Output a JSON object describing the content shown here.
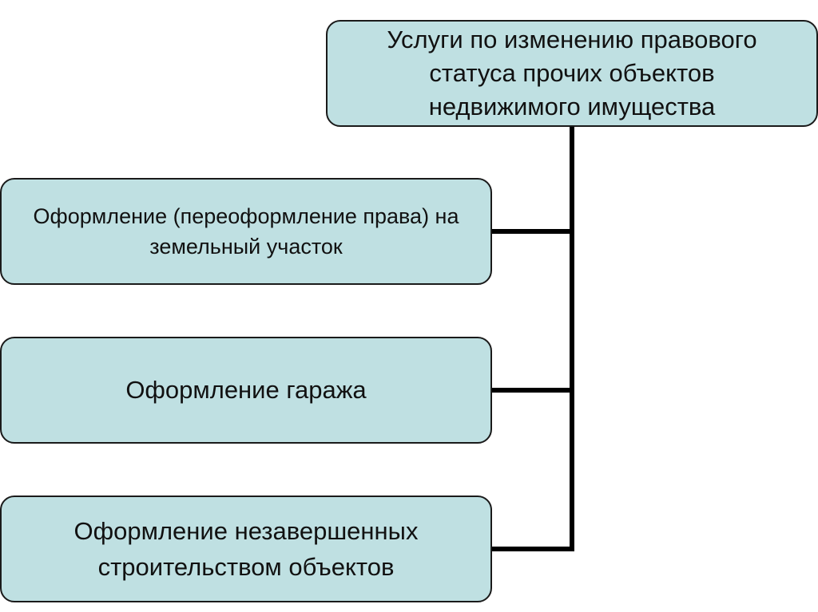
{
  "diagram": {
    "root": {
      "label": "Услуги по изменению правового статуса прочих объектов недвижимого имущества"
    },
    "children": [
      {
        "label": "Оформление (переоформление права) на земельный участок"
      },
      {
        "label": "Оформление гаража"
      },
      {
        "label": "Оформление незавершенных строительством объектов"
      }
    ],
    "colors": {
      "box_fill": "#bfe0e2",
      "box_border": "#1a1a1a",
      "connector": "#000000",
      "text": "#111111",
      "background": "#ffffff"
    }
  }
}
